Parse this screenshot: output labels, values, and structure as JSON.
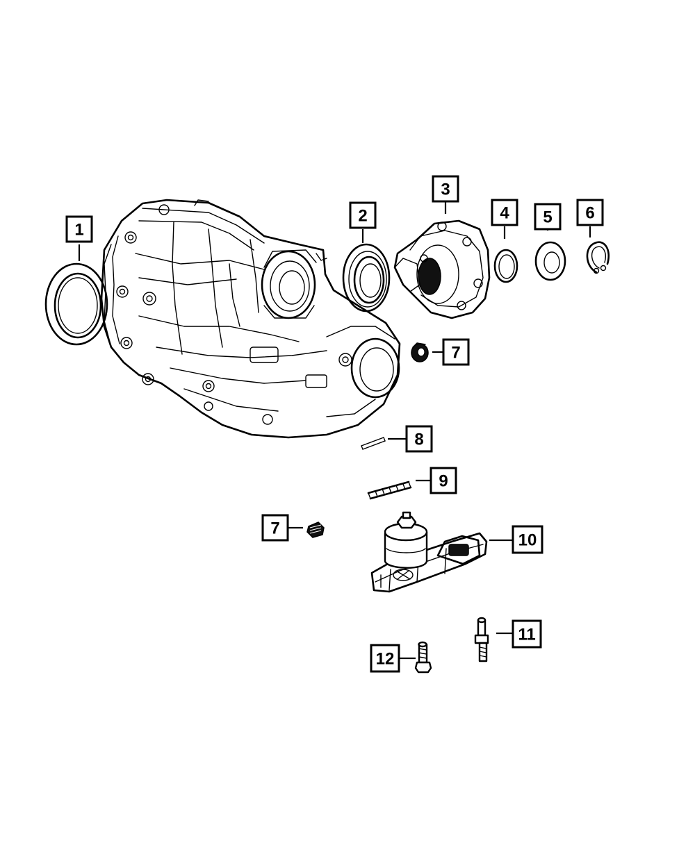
{
  "callouts": [
    {
      "id": "1",
      "label": "1"
    },
    {
      "id": "2",
      "label": "2"
    },
    {
      "id": "3",
      "label": "3"
    },
    {
      "id": "4",
      "label": "4"
    },
    {
      "id": "5",
      "label": "5"
    },
    {
      "id": "6",
      "label": "6"
    },
    {
      "id": "7a",
      "label": "7"
    },
    {
      "id": "8",
      "label": "8"
    },
    {
      "id": "9",
      "label": "9"
    },
    {
      "id": "7b",
      "label": "7"
    },
    {
      "id": "10",
      "label": "10"
    },
    {
      "id": "11",
      "label": "11"
    },
    {
      "id": "12",
      "label": "12"
    }
  ]
}
